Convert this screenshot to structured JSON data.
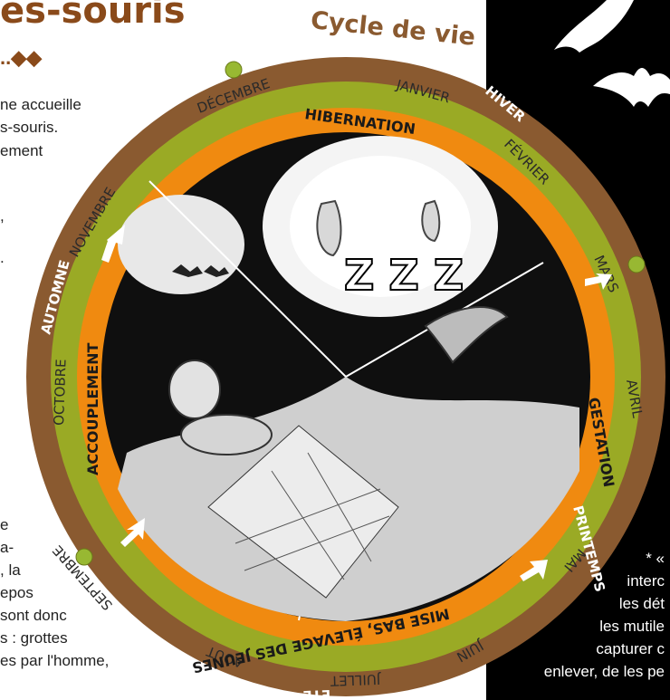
{
  "header": {
    "title_fragment": "es-souris",
    "dots": "..◆◆"
  },
  "cycle_title": "Cycle de vie",
  "left_text": {
    "lines": [
      "ne accueille",
      "s-souris.",
      "ement",
      ",",
      "."
    ],
    "bottom_lines": [
      "e",
      "a-",
      ", la",
      "epos",
      "sont donc",
      "s : grottes",
      "es par l'homme,"
    ]
  },
  "months": {
    "decembre": "DÉCEMBRE",
    "janvier": "JANVIER",
    "fevrier": "FÉVRIER",
    "mars": "MARS",
    "avril": "AVRIL",
    "mai": "MAI",
    "juin": "JUIN",
    "juillet": "JUILLET",
    "aout": "AOÛT",
    "septembre": "SEPTEMBRE",
    "octobre": "OCTOBRE",
    "novembre": "NOVEMBRE"
  },
  "seasons": {
    "hiver": "HIVER",
    "printemps": "PRINTEMPS",
    "ete": "ÉTÉ",
    "automne": "AUTOMNE"
  },
  "phases": {
    "hibernation": "HIBERNATION",
    "gestation": "GESTATION",
    "mise_bas": "MISE BAS, ÉLEVAGE DES JEUNES",
    "accouplement": "ACCOUPLEMENT"
  },
  "sleep_letters": "Z Z Z",
  "right_text": [
    "* «",
    "interc",
    "les dét",
    "les mutile",
    "capturer c",
    "enlever, de les pe"
  ],
  "colors": {
    "brown": "#8a5a30",
    "olive": "#9aaa25",
    "orange": "#f08a10",
    "green_dot": "#98b832",
    "arrow": "#ffffff",
    "black": "#000000"
  }
}
